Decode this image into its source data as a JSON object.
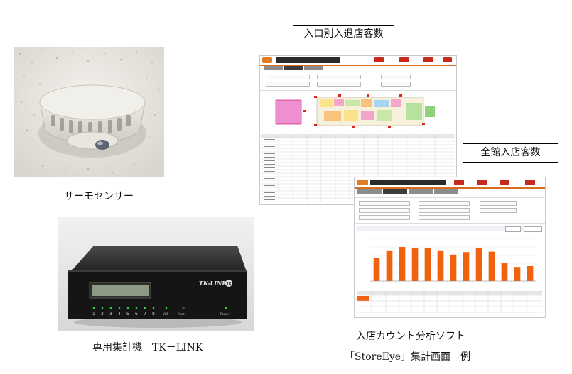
{
  "captions": {
    "thermo_sensor": "サーモセンサー",
    "tklink": "専用集計機　TK－LINK",
    "software_line1": "入店カウント分析ソフト",
    "software_line2": "「StoreEye」集計画面　例"
  },
  "titles": {
    "entrance_count": "入口別入退店客数",
    "total_count": "全館入店客数"
  },
  "device": {
    "brand_label": "TK-LINK",
    "channel_numbers": [
      "1",
      "2",
      "3",
      "4",
      "5",
      "6",
      "7",
      "8"
    ],
    "port_labels": [
      "VGP",
      "Reset",
      "Power"
    ]
  },
  "colors": {
    "accent_orange": "#f0620f",
    "header_orange": "#d86d1b",
    "alert_red": "#c72a1d",
    "led_green": "#2fd14a"
  },
  "total_chart": {
    "chart_data": {
      "type": "bar",
      "values": [
        55,
        72,
        80,
        78,
        77,
        72,
        62,
        68,
        77,
        69,
        42,
        33,
        35
      ],
      "ylim": [
        0,
        100
      ]
    }
  }
}
